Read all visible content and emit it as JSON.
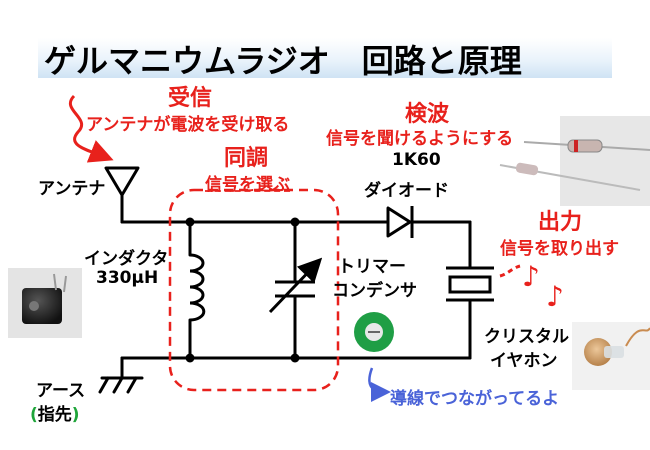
{
  "title": "ゲルマニウムラジオ　回路と原理",
  "antenna": {
    "heading": "受信",
    "note": "アンテナが電波を受け取る",
    "label": "アンテナ"
  },
  "tuning": {
    "heading": "同調",
    "note": "信号を選ぶ"
  },
  "detection": {
    "heading": "検波",
    "note": "信号を聞けるようにする"
  },
  "diode": {
    "part": "1K60",
    "label": "ダイオード"
  },
  "output": {
    "heading": "出力",
    "note": "信号を取り出す"
  },
  "inductor": {
    "label": "インダクタ",
    "value": "330μH"
  },
  "trimmer": {
    "label_line1": "トリマー",
    "label_line2": "コンデンサ"
  },
  "earphone": {
    "label_line1": "クリスタル",
    "label_line2": "イヤホン"
  },
  "ground": {
    "label": "アース",
    "paren_open": "(",
    "note": "指先",
    "paren_close": ")"
  },
  "wire_note": "導線でつながってるよ",
  "colors": {
    "accent_red": "#e8211c",
    "note_blue": "#4a63d8",
    "ground_green": "#1fa53a",
    "title_band": "#cfe3f4"
  }
}
